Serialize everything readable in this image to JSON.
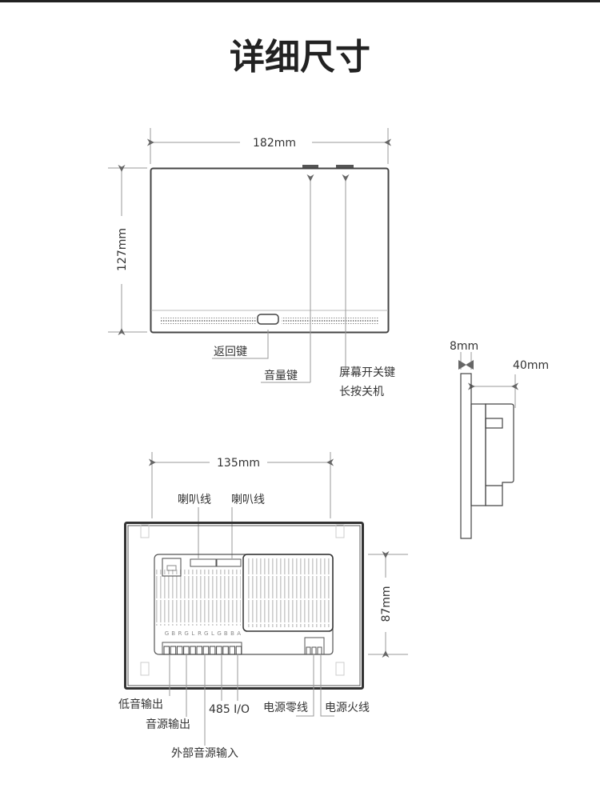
{
  "title": "详细尺寸",
  "front_view": {
    "width_label": "182mm",
    "height_label": "127mm",
    "back_key": "返回键",
    "volume_key": "音量键",
    "power_key_line1": "屏幕开关键",
    "power_key_line2": "长按关机"
  },
  "side_view": {
    "panel_thickness": "8mm",
    "depth": "40mm"
  },
  "back_view": {
    "width_label": "135mm",
    "height_label": "87mm",
    "speaker_wire_1": "喇叭线",
    "speaker_wire_2": "喇叭线",
    "terminal_labels": [
      "G",
      "B",
      "R",
      "G",
      "L",
      "R",
      "G",
      "L",
      "G",
      "B",
      "B",
      "A"
    ],
    "bass_out": "低音输出",
    "audio_out": "音源输出",
    "external_audio_in": "外部音源输入",
    "rs485": "485 I/O",
    "neutral": "电源零线",
    "live": "电源火线"
  },
  "colors": {
    "line": "#999999",
    "outline": "#444444",
    "text": "#333333"
  }
}
